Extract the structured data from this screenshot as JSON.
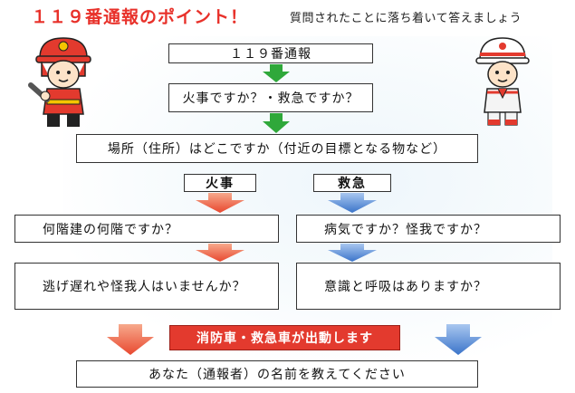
{
  "header": {
    "title": "１１９番通報のポイント！",
    "subtitle": "質問されたことに落ち着いて答えましょう"
  },
  "steps": {
    "call": "１１９番通報",
    "question": "火事ですか？・救急ですか？",
    "location": "場所（住所）はどこですか（付近の目標となる物など）"
  },
  "branches": {
    "fire": {
      "label": "火事",
      "question1": "何階建の何階ですか？",
      "question2": "逃げ遅れや怪我人はいませんか？"
    },
    "ambulance": {
      "label": "救急",
      "question1": "病気ですか？怪我ですか？",
      "question2": "意識と呼吸はありますか？"
    }
  },
  "dispatch": "消防車・救急車が出動します",
  "final": "あなた（通報者）の名前を教えてください",
  "colors": {
    "title_red": "#e8312a",
    "green_arrow": "#2fa83a",
    "red_arrow": "#e8482f",
    "blue_arrow": "#3b74c9",
    "dispatch_bar": "#e33a2e"
  },
  "illustrations": [
    "firefighter-icon",
    "rescue-worker-icon"
  ]
}
